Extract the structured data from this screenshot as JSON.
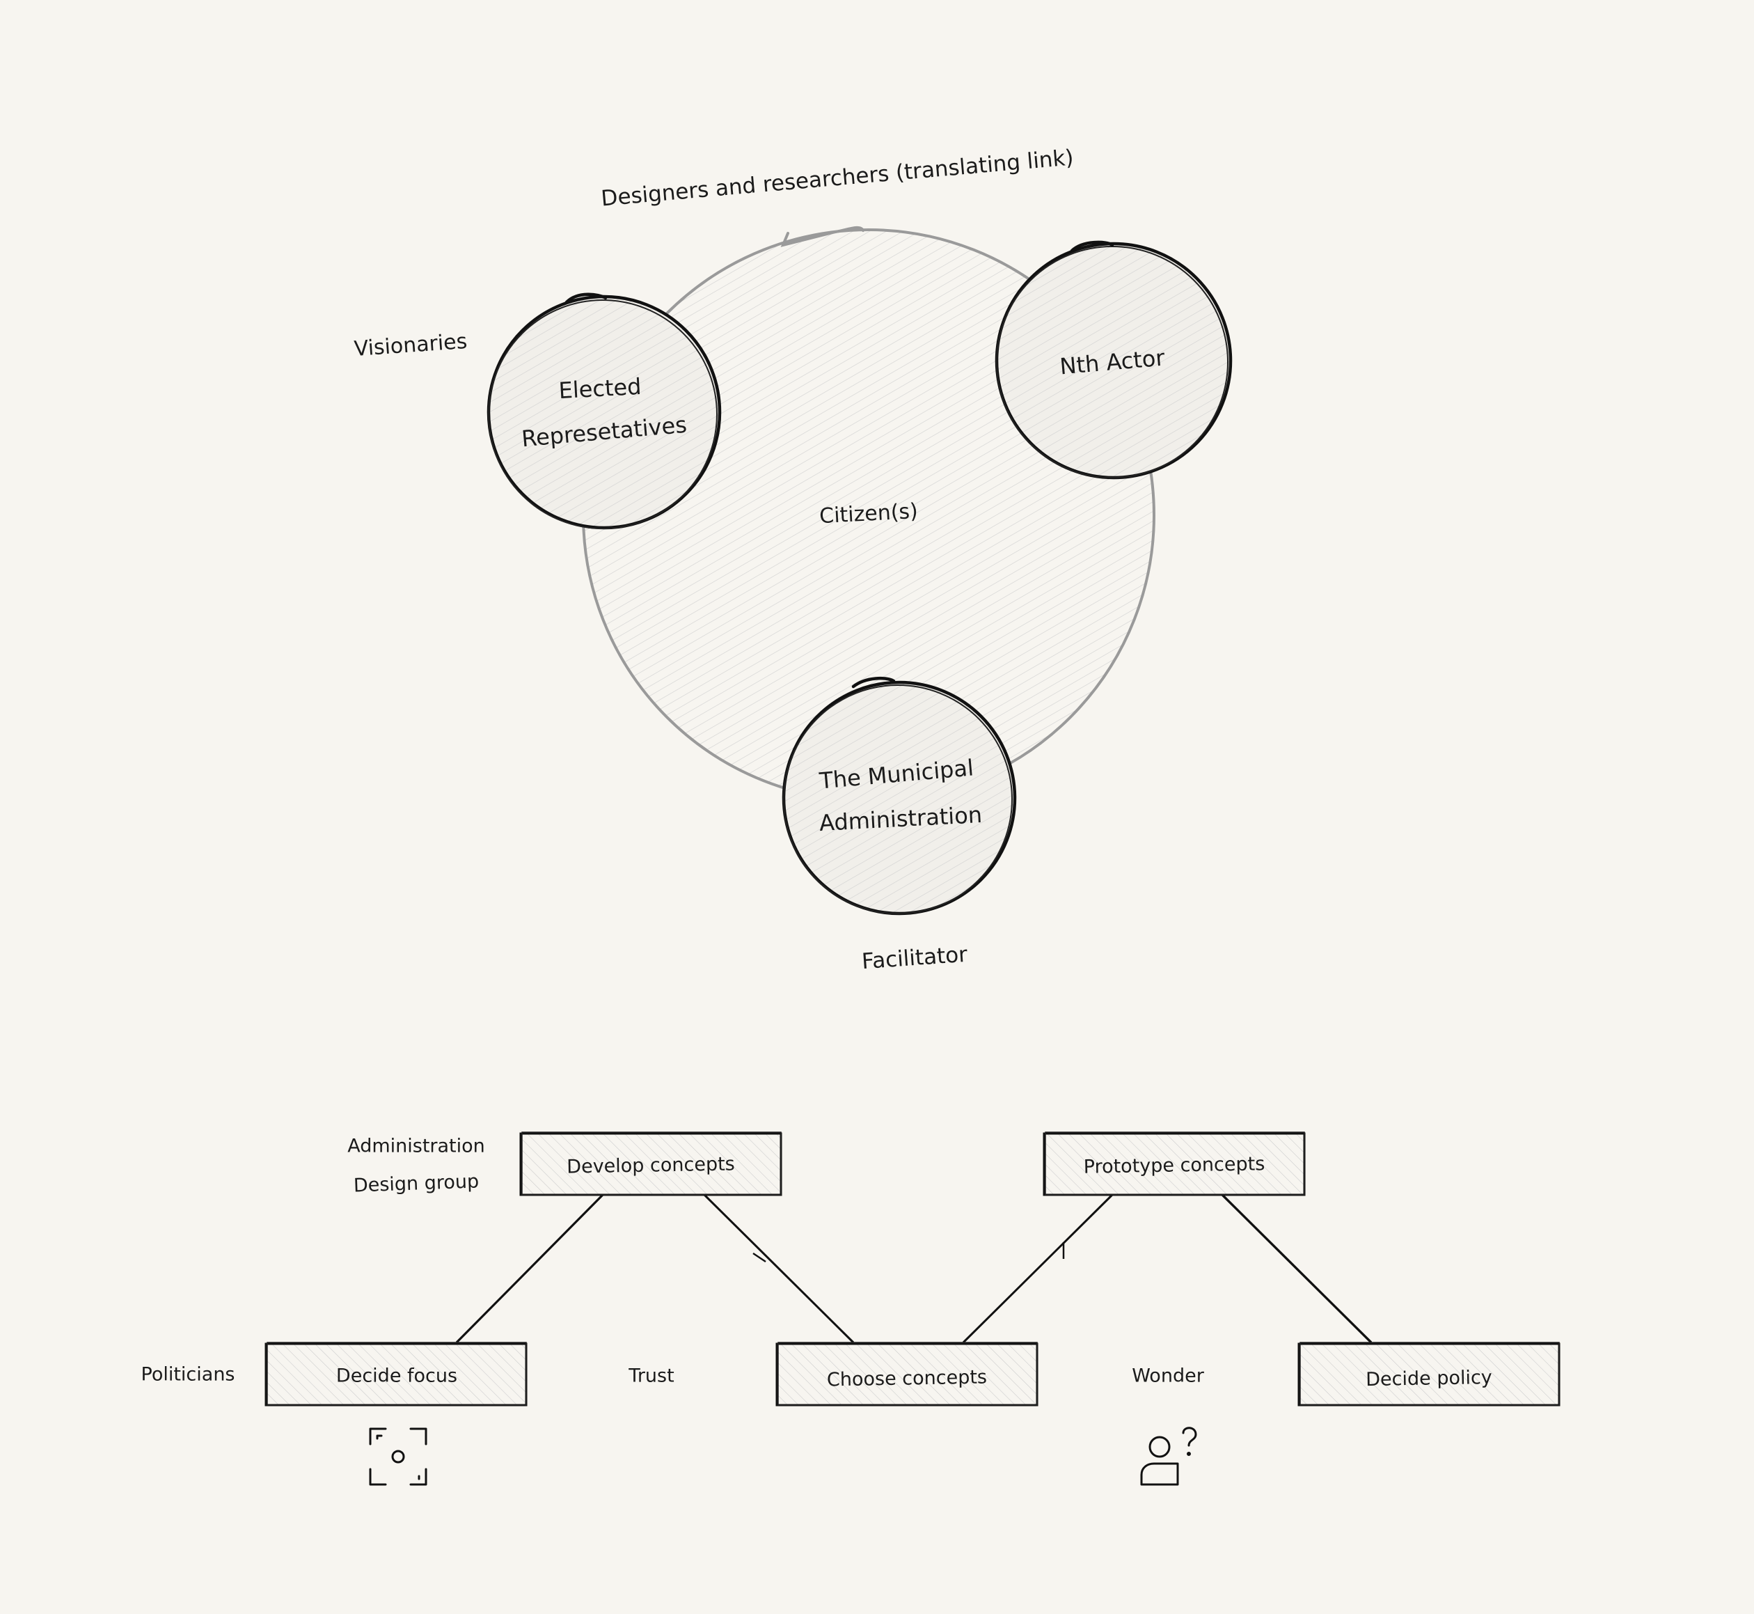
{
  "colors": {
    "background": "#f7f5f0",
    "ink": "#111111",
    "outer_circle": "#9a9a9a",
    "hatch": "#c9c9c9"
  },
  "diagram": {
    "top_annotation": "Designers and researchers (translating link)",
    "outer_circle_label": "Citizen(s)",
    "visionaries_label": "Visionaries",
    "facilitator_label": "Facilitator",
    "actors": [
      {
        "id": "elected",
        "line1": "Elected",
        "line2": "Represetatives"
      },
      {
        "id": "nth",
        "line1": "Nth Actor",
        "line2": ""
      },
      {
        "id": "municipal",
        "line1": "The Municipal",
        "line2": "Administration"
      }
    ]
  },
  "process": {
    "role_labels": {
      "administration": "Administration",
      "design_group": "Design group",
      "politicians": "Politicians"
    },
    "stages": [
      {
        "id": "develop",
        "label": "Develop concepts"
      },
      {
        "id": "prototype",
        "label": "Prototype concepts"
      },
      {
        "id": "focus",
        "label": "Decide focus"
      },
      {
        "id": "choose",
        "label": "Choose concepts"
      },
      {
        "id": "policy",
        "label": "Decide policy"
      }
    ],
    "between_labels": {
      "trust": "Trust",
      "wonder": "Wonder"
    },
    "icons": [
      "focus-frame-icon",
      "person-question-icon"
    ]
  }
}
